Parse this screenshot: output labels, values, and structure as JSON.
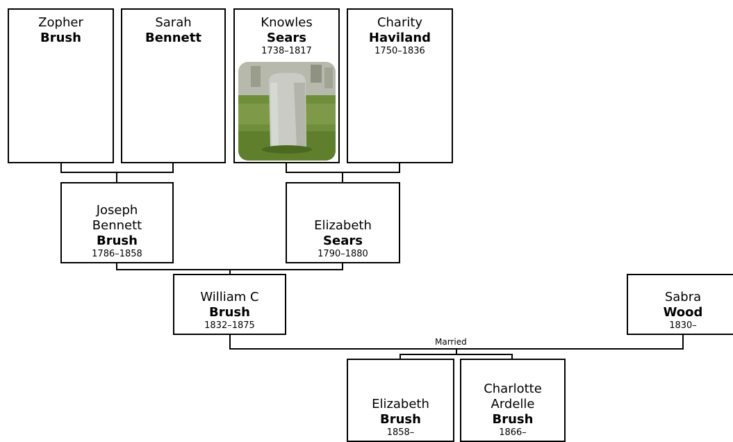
{
  "people": {
    "zopher": {
      "given": "Zopher",
      "surname": "Brush",
      "dates": ""
    },
    "sarah": {
      "given": "Sarah",
      "surname": "Bennett",
      "dates": ""
    },
    "knowles": {
      "given": "Knowles",
      "surname": "Sears",
      "dates": "1738–1817",
      "photo": "gravestone-photo"
    },
    "charity": {
      "given": "Charity",
      "surname": "Haviland",
      "dates": "1750–1836"
    },
    "joseph": {
      "given_line1": "Joseph",
      "given_line2": "Bennett",
      "surname": "Brush",
      "dates": "1786–1858"
    },
    "elizabeth_s": {
      "given": "Elizabeth",
      "surname": "Sears",
      "dates": "1790–1880"
    },
    "william": {
      "given": "William C",
      "surname": "Brush",
      "dates": "1832–1875"
    },
    "sabra": {
      "given": "Sabra",
      "surname": "Wood",
      "dates": "1830–"
    },
    "elizabeth_b": {
      "given": "Elizabeth",
      "surname": "Brush",
      "dates": "1858–"
    },
    "charlotte": {
      "given_line1": "Charlotte",
      "given_line2": "Ardelle",
      "surname": "Brush",
      "dates": "1866–"
    }
  },
  "marriage_label": "Married"
}
